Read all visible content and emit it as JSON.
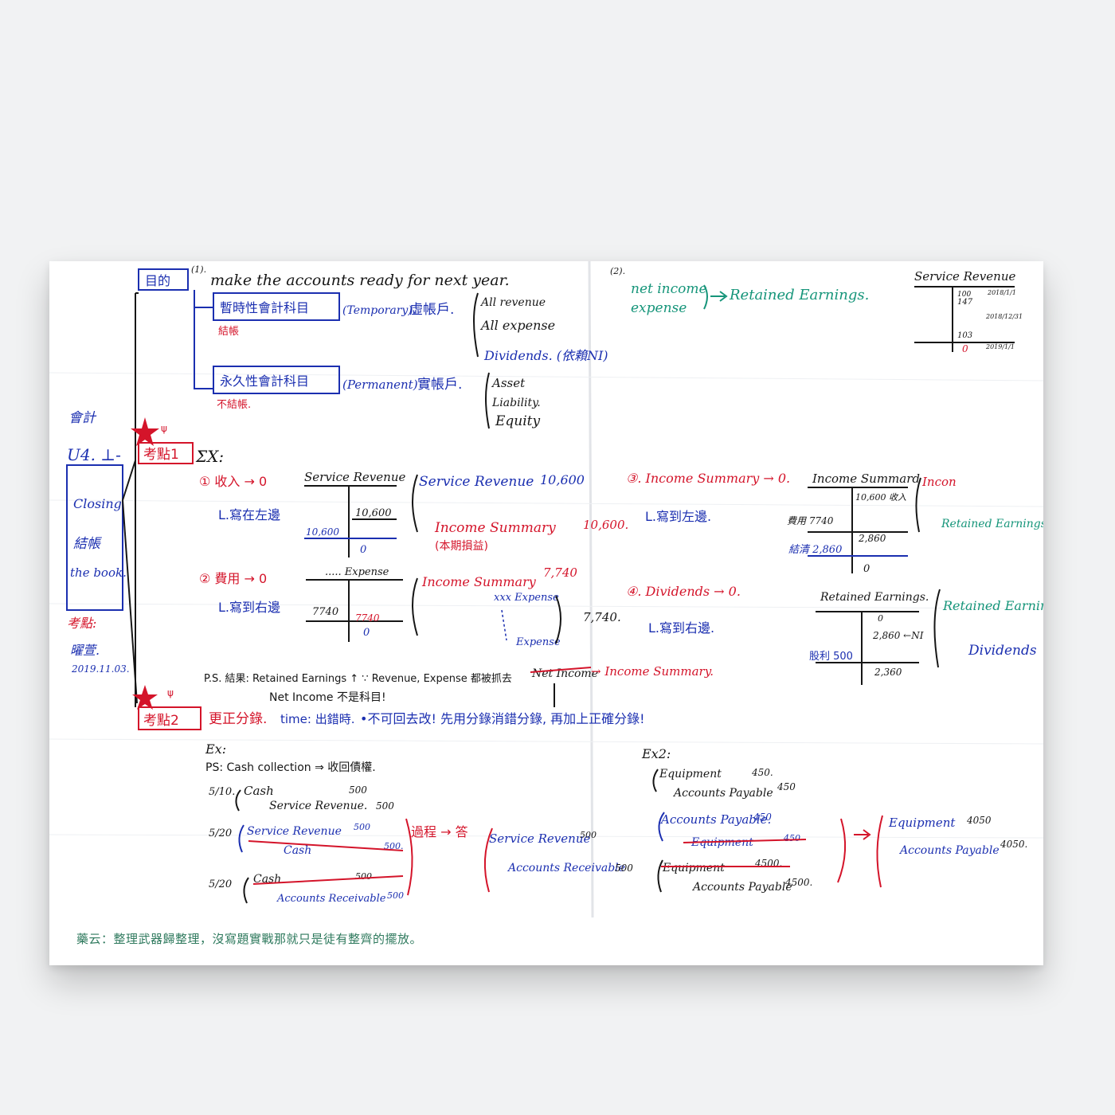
{
  "left_margin": {
    "course": "會計",
    "unit": "U4. ⊥-",
    "closing": [
      "Closing",
      "結帳",
      "the book."
    ],
    "key_points": "考點:",
    "author": "曜萱.",
    "date": "2019.11.03."
  },
  "purpose": {
    "label": "目的",
    "num": "(1).",
    "text": "make the accounts ready for next year.",
    "temporary": {
      "title": "暫時性會計科目",
      "en": "(Temporary).",
      "type": "虛帳戶.",
      "note": "結帳",
      "items": [
        "All revenue",
        "All expense",
        "Dividends. (依賴NI)"
      ]
    },
    "permanent": {
      "title": "永久性會計科目",
      "en": "(Permanent)",
      "type": "實帳戶.",
      "note": "不結帳.",
      "items": [
        "Asset",
        "Liability.",
        "Equity"
      ]
    }
  },
  "right_top": {
    "num": "(2).",
    "flow": [
      "net income",
      "expense"
    ],
    "target": "Retained Earnings.",
    "t_account": {
      "title": "Service Revenue",
      "entries": [
        "100",
        "147",
        "2018/1/1",
        "2018/12/31",
        "103",
        "0",
        "2019/1/1"
      ]
    }
  },
  "kp1": {
    "label": "考點1",
    "ex": "ΣX:",
    "step1": {
      "head": "① 收入 → 0",
      "sub": "L.寫在左邊",
      "t_title": "Service Revenue",
      "t_values": [
        "10,600",
        "10,600",
        "0"
      ],
      "entry": [
        "Service Revenue",
        "10,600",
        "Income Summary",
        "10,600.",
        "(本期損益)"
      ]
    },
    "step2": {
      "head": "② 費用 → 0",
      "sub": "L.寫到右邊",
      "t_title": "..... Expense",
      "t_values": [
        "7740",
        "7740",
        "0"
      ],
      "entry": [
        "Income Summary",
        "7,740",
        "xxx Expense",
        "Expense",
        "7,740."
      ]
    },
    "step3": {
      "head": "③. Income Summary → 0.",
      "sub": "L.寫到左邊.",
      "t_title": "Income Summard",
      "t_values": [
        "10,600 收入",
        "費用 7740",
        "2,860",
        "結清 2,860",
        "0"
      ],
      "entry": [
        "Incon",
        "Retained Earnings"
      ]
    },
    "step4": {
      "head": "④. Dividends → 0.",
      "sub": "L.寫到右邊.",
      "t_title": "Retained Earnings.",
      "t_values": [
        "0",
        "2,860 ←NI",
        "股利 500",
        "2,360"
      ],
      "entry": [
        "Retained Earning",
        "Dividends"
      ]
    },
    "ps": "P.S. 結果: Retained Earnings ↑ ∵ Revenue, Expense 都被抓去",
    "ps_strike": "Net Income",
    "ps_target": "→ Income Summary.",
    "ps2": "Net Income 不是科目!"
  },
  "kp2": {
    "label": "考點2",
    "headline": "更正分錄.",
    "time": "time: 出錯時.",
    "rule": "•不可回去改! 先用分錄消錯分錄, 再加上正確分錄!",
    "ex1": {
      "label": "Ex:",
      "ps": "PS: Cash collection ⇒ 收回債權.",
      "d1": "5/10.",
      "e1": [
        "Cash",
        "500",
        "Service Revenue.",
        "500"
      ],
      "d2": "5/20",
      "e2": [
        "Service Revenue",
        "500",
        "Cash",
        "500."
      ],
      "d3": "5/20",
      "e3": [
        "Cash",
        "500",
        "Accounts Receivable",
        "500"
      ],
      "process": "過程 → 答",
      "answer": [
        "Service Revenue",
        "500",
        "Accounts Receivable",
        "500"
      ]
    },
    "ex2": {
      "label": "Ex2:",
      "e1": [
        "Equipment",
        "450.",
        "Accounts Payable",
        "450"
      ],
      "e2": [
        "Accounts Payable.",
        "450",
        "Equipment",
        "450"
      ],
      "e3": [
        "Equipment",
        "4500.",
        "Accounts Payable",
        "4500."
      ],
      "answer": [
        "Equipment",
        "4050",
        "Accounts Payable",
        "4050."
      ]
    }
  },
  "caption": "藥云：整理武器歸整理，沒寫題實戰那就只是徒有整齊的擺放。"
}
